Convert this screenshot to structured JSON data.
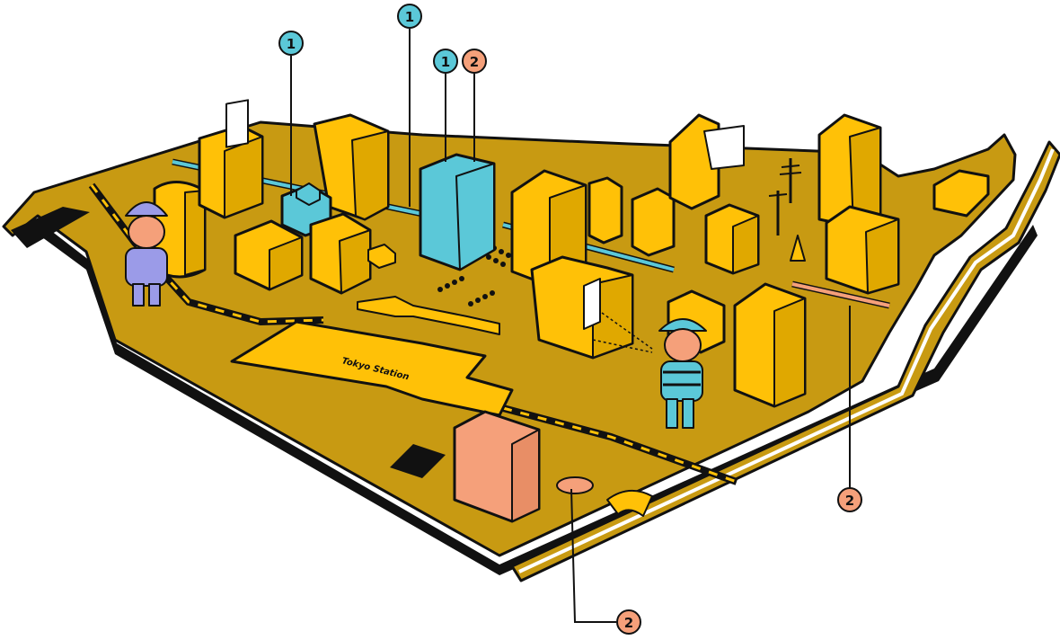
{
  "map": {
    "station_label": "Tokyo Station",
    "badges": [
      {
        "id": "b-cyan-1",
        "number": "1",
        "color": "#5bc8d8"
      },
      {
        "id": "b-cyan-2",
        "number": "1",
        "color": "#5bc8d8"
      },
      {
        "id": "b-cyan-3",
        "number": "1",
        "color": "#5bc8d8"
      },
      {
        "id": "b-salmon-1",
        "number": "2",
        "color": "#f5a07a"
      },
      {
        "id": "b-salmon-2",
        "number": "2",
        "color": "#f5a07a"
      },
      {
        "id": "b-salmon-3",
        "number": "2",
        "color": "#f5a07a"
      }
    ],
    "colors": {
      "ground": "#c89a12",
      "building": "#ffc107",
      "building_side": "#e0a800",
      "highlight_cyan": "#5bc8d8",
      "highlight_salmon": "#f5a07a",
      "worker": "#9b9be8",
      "pedestrian_stripe": "#5bc8d8",
      "skin": "#f5a07a",
      "outline": "#111111"
    }
  }
}
